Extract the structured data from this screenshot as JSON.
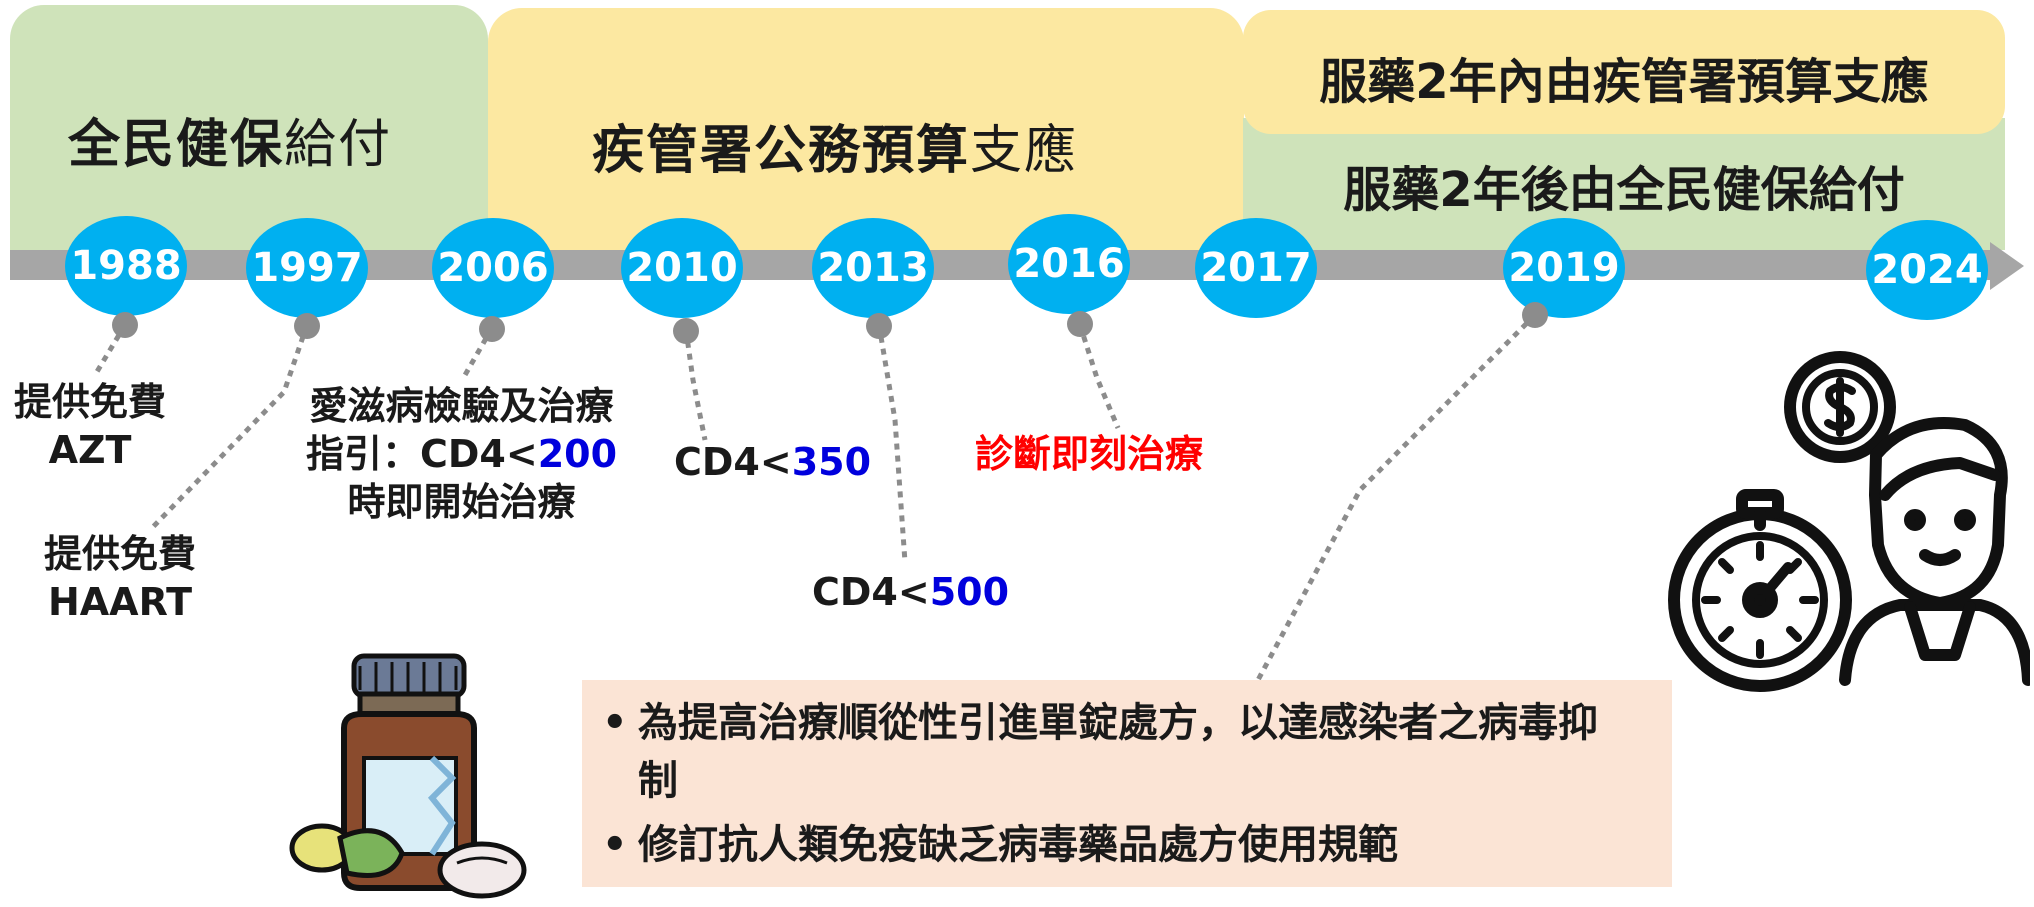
{
  "bands": [
    {
      "bold": "全民健保",
      "light": "給付"
    },
    {
      "bold": "疾管署公務預算",
      "light": "支應"
    },
    {
      "text": "服藥2年內由疾管署預算支應"
    },
    {
      "text": "服藥2年後由全民健保給付"
    }
  ],
  "years": [
    "1988",
    "1997",
    "2006",
    "2010",
    "2013",
    "2016",
    "2017",
    "2019",
    "2024"
  ],
  "events": {
    "e1988": [
      "提供免費",
      "AZT"
    ],
    "e1997": [
      "提供免費",
      "HAART"
    ],
    "e2006": {
      "line1": "愛滋病檢驗及治療",
      "line2_prefix": "指引：CD4<",
      "line2_value": "200",
      "line3": "時即開始治療"
    },
    "e2010": {
      "prefix": "CD4<",
      "value": "350"
    },
    "e2013": {
      "prefix": "CD4<",
      "value": "500"
    },
    "e2016": "診斷即刻治療"
  },
  "bullets": [
    "為提高治療順從性引進單錠處方，以達感染者之病毒抑制",
    "修訂抗人類免疫缺乏病毒藥品處方使用規範"
  ],
  "colors": {
    "year_circle": "#00b0f0",
    "green_band": "#cfe3ba",
    "yellow_band": "#fce8a1",
    "box": "#fbe4d5",
    "value_blue": "#0000dd",
    "highlight_red": "#ff0000"
  },
  "icons": [
    "medicine-bottle-pills-icon",
    "doctor-stopwatch-dollar-icon"
  ]
}
